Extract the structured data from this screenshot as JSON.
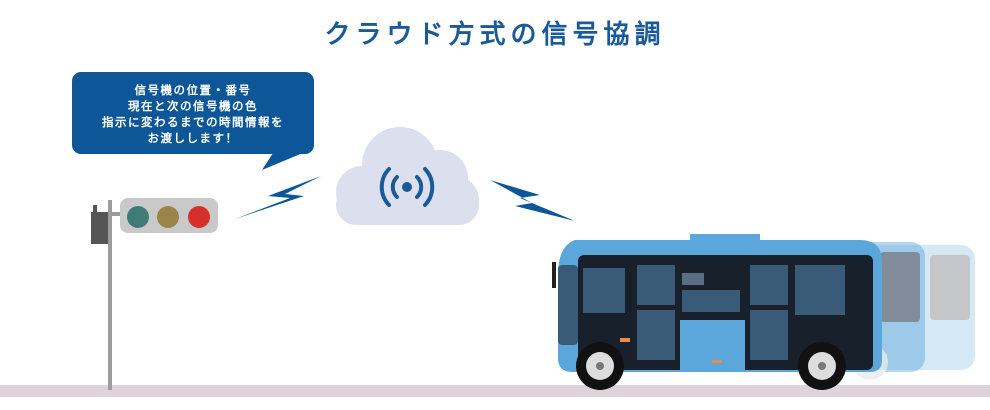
{
  "title": "クラウド方式の信号協調",
  "bubble": {
    "lines": [
      "信号機の位置・番号",
      "現在と次の信号機の色",
      "指示に変わるまでの時間情報を",
      "お渡しします！"
    ]
  },
  "colors": {
    "title": "#1b5a9a",
    "bubble": "#0d5798",
    "cloud": "#dcdfee",
    "bus": "#5ba6da",
    "ground": "#ddd3d9"
  }
}
